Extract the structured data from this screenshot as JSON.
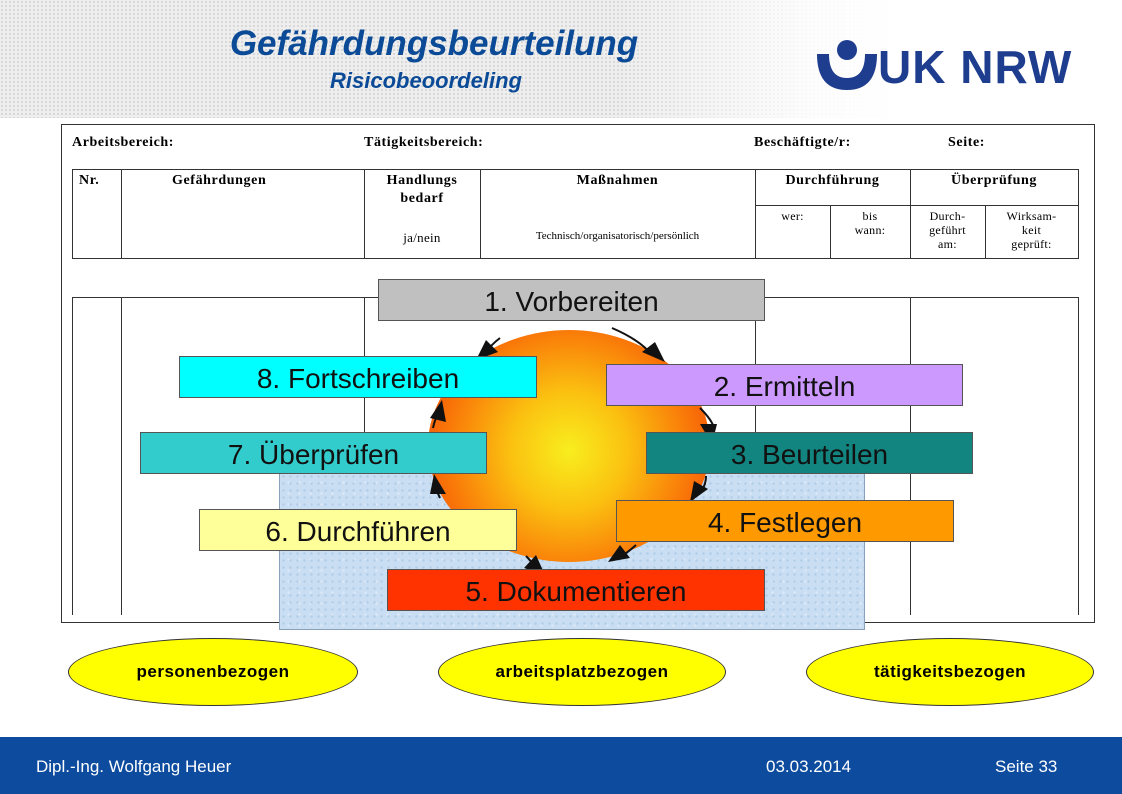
{
  "header": {
    "title": "Gefährdungsbeurteilung",
    "subtitle": "Risicobeoordeling",
    "logo_text": "UK NRW",
    "brand_color": "#0a4a96"
  },
  "form": {
    "top_labels": {
      "arbeitsbereich": "Arbeitsbereich:",
      "taetigkeitsbereich": "Tätigkeitsbereich:",
      "beschaeftigte": "Beschäftigte/r:",
      "seite": "Seite:"
    },
    "columns": {
      "nr": "Nr.",
      "gefaehrdungen": "Gefährdungen",
      "handlungsbedarf_1": "Handlungs",
      "handlungsbedarf_2": "bedarf",
      "handlungsbedarf_sub": "ja/nein",
      "massnahmen": "Maßnahmen",
      "massnahmen_sub": "Technisch/organisatorisch/persönlich",
      "durchfuehrung": "Durchführung",
      "ueberpruefung": "Überprüfung",
      "wer": "wer:",
      "bis_1": "bis",
      "bis_2": "wann:",
      "durch_1": "Durch-",
      "durch_2": "geführt",
      "durch_3": "am:",
      "wirk_1": "Wirksam-",
      "wirk_2": "keit",
      "wirk_3": "geprüft:"
    }
  },
  "cycle": {
    "steps": [
      {
        "label": "1. Vorbereiten",
        "color": "#c0c0c0"
      },
      {
        "label": "2. Ermitteln",
        "color": "#cc99ff"
      },
      {
        "label": "3. Beurteilen",
        "color": "#138580"
      },
      {
        "label": "4. Festlegen",
        "color": "#ff9900"
      },
      {
        "label": "5. Dokumentieren",
        "color": "#ff3300"
      },
      {
        "label": "6. Durchführen",
        "color": "#ffff99"
      },
      {
        "label": "7. Überprüfen",
        "color": "#33cccc"
      },
      {
        "label": "8. Fortschreiben",
        "color": "#00ffff"
      }
    ]
  },
  "categories": [
    "personenbezogen",
    "arbeitsplatzbezogen",
    "tätigkeitsbezogen"
  ],
  "footer": {
    "author": "Dipl.-Ing. Wolfgang Heuer",
    "date": "03.03.2014",
    "page": "Seite 33"
  }
}
